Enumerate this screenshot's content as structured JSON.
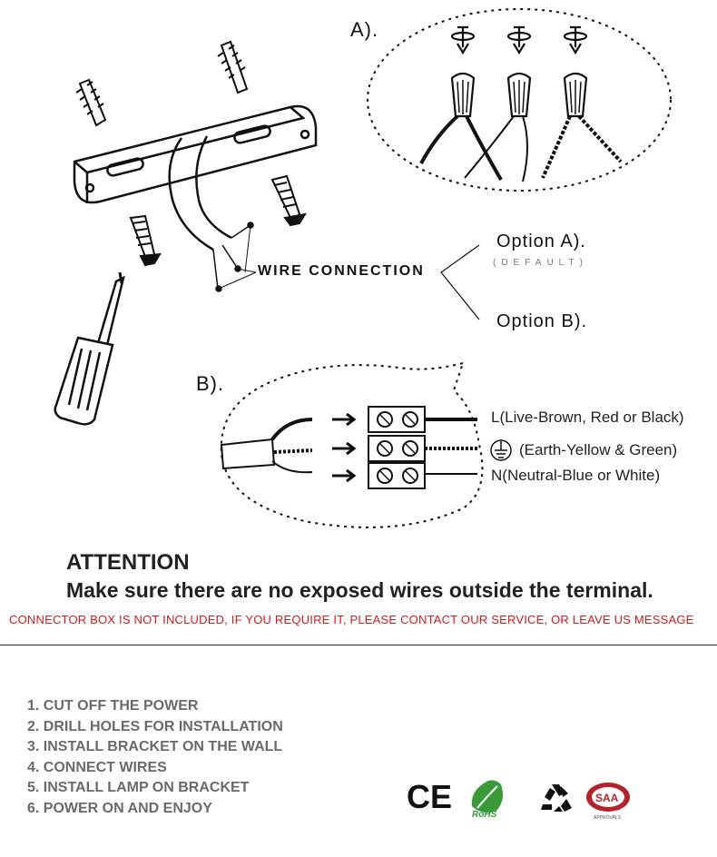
{
  "diagram": {
    "label_a": "A).",
    "label_b": "B).",
    "wire_connection": "WIRE CONNECTION",
    "option_a": "Option A).",
    "option_a_sub": "(DEFAULT)",
    "option_b": "Option B).",
    "wire_labels": {
      "live": "L(Live-Brown, Red or Black)",
      "earth": "(Earth-Yellow & Green)",
      "neutral": "N(Neutral-Blue or White)"
    }
  },
  "attention": {
    "title": "ATTENTION",
    "text": "Make sure there are no exposed wires outside the terminal."
  },
  "notice": "CONNECTOR BOX IS NOT INCLUDED, IF YOU REQUIRE IT, PLEASE CONTACT OUR SERVICE, OR LEAVE US MESSAGE",
  "steps": [
    "1. CUT OFF THE POWER",
    "2. DRILL HOLES FOR INSTALLATION",
    "3. INSTALL BRACKET ON THE WALL",
    "4. CONNECT WIRES",
    "5. INSTALL LAMP ON BRACKET",
    "6. POWER ON AND ENJOY"
  ],
  "certifications": {
    "ce": "CE",
    "rohs": "RoHS",
    "saa": "SAA",
    "saa_sub": "APPROVALS"
  },
  "colors": {
    "notice": "#c81e1e",
    "steps": "#6a6a6a",
    "rohs_green": "#3a9a3a",
    "saa_red": "#b4232b"
  }
}
